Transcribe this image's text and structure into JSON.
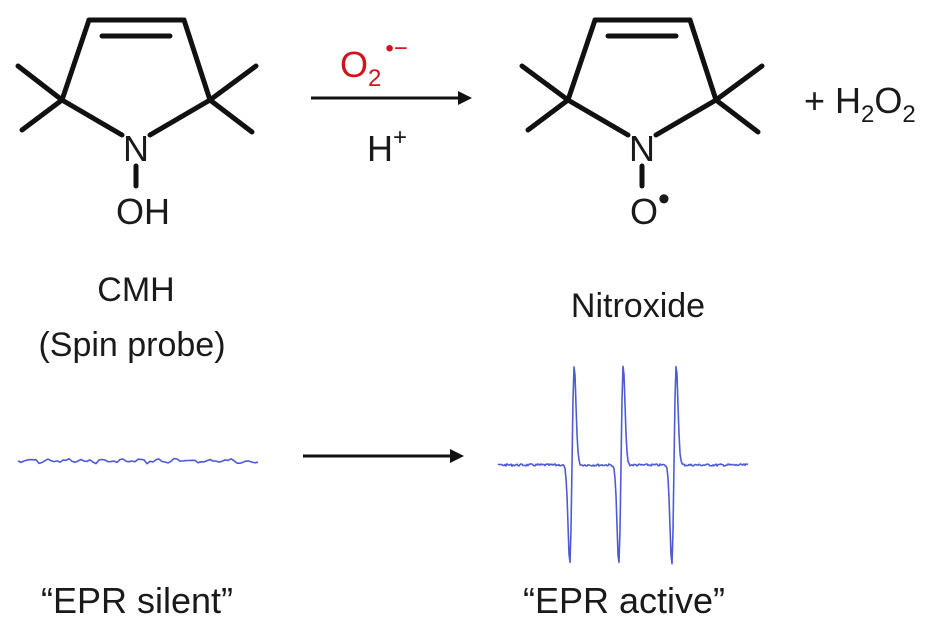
{
  "reactant": {
    "atom_n": "N",
    "atom_oh": "OH",
    "name": "CMH",
    "subtitle": "(Spin probe)"
  },
  "reagent": {
    "oxidant_base": "O",
    "oxidant_sub": "2",
    "oxidant_charge": "•−",
    "oxidant_color": "#d0141e",
    "acid_base": "H",
    "acid_sup": "+"
  },
  "product": {
    "atom_n": "N",
    "atom_o": "O",
    "radical_dot": "•",
    "name": "Nitroxide"
  },
  "byproduct": {
    "prefix": "+ H",
    "sub1": "2",
    "mid": "O",
    "sub2": "2"
  },
  "spectra": {
    "trace_color": "#4f5bd5",
    "silent_label": "“EPR silent”",
    "active_label": "“EPR active”"
  }
}
